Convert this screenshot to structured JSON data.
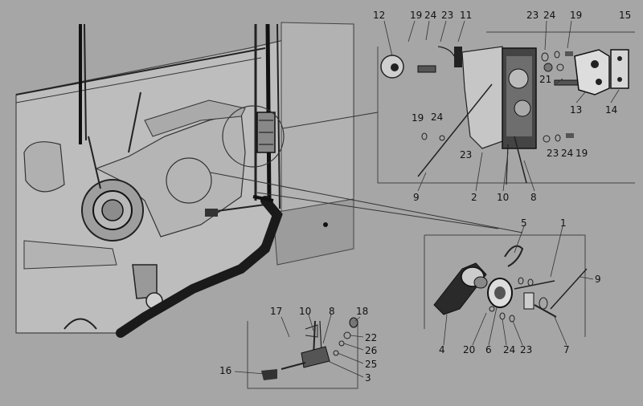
{
  "callouts": {
    "top_detail": {
      "c12": "12",
      "c19a": "19",
      "c24a": "24",
      "c23a": "23",
      "c11": "11",
      "c23b": "23",
      "c24b": "24",
      "c19b": "19",
      "c15": "15",
      "c21": "21",
      "c13": "13",
      "c14": "14",
      "c19c": "19",
      "c24c": "24",
      "c23c": "23",
      "c23d": "23",
      "c24d": "24",
      "c19d": "19",
      "c9": "9",
      "c2": "2",
      "c10": "10",
      "c8": "8"
    },
    "right_detail": {
      "c5": "5",
      "c1": "1",
      "c9": "9",
      "c4": "4",
      "c20": "20",
      "c6": "6",
      "c24": "24",
      "c23": "23",
      "c7": "7"
    },
    "bottom_detail": {
      "c17": "17",
      "c10": "10",
      "c8": "8",
      "c18": "18",
      "c22": "22",
      "c26": "26",
      "c25": "25",
      "c3": "3",
      "c16": "16"
    }
  },
  "colors": {
    "background": "#a6a6a6",
    "door_panel": "#bdbdbd",
    "ink": "#111111",
    "seal": "#1a1a1a"
  }
}
